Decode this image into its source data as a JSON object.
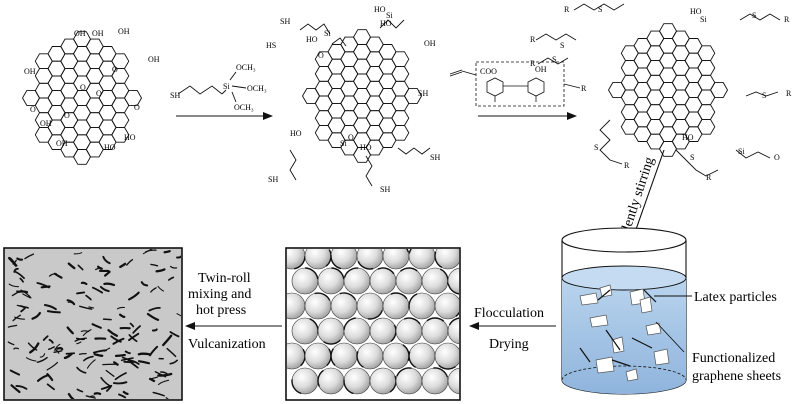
{
  "stage1": {
    "groups": [
      "OH",
      "OH",
      "OH",
      "OH",
      "OH",
      "OH",
      "HO",
      "HO",
      "OH",
      "O",
      "O",
      "O",
      "O",
      "O",
      "O"
    ]
  },
  "reagent1": {
    "formula_lines": [
      "OCH₃",
      "Si",
      "OCH₃",
      "OCH₃",
      "SH"
    ]
  },
  "stage2": {
    "groups": [
      "SH",
      "HS",
      "HO",
      "O",
      "Si",
      "HO",
      "Si",
      "HO",
      "SH",
      "OH",
      "SH",
      "SH",
      "SH",
      "Si",
      "O",
      "HO",
      "HO"
    ]
  },
  "reagent2": {
    "ester": "COO",
    "oh": "OH",
    "r": "R"
  },
  "stage3": {
    "groups": [
      "R",
      "S",
      "R",
      "S",
      "R",
      "S",
      "HO",
      "Si",
      "R",
      "S",
      "R",
      "S",
      "R",
      "S",
      "R",
      "S",
      "O",
      "Si",
      "HO"
    ]
  },
  "process": {
    "stirring": "Violently stirring",
    "twin_roll": [
      "Twin-roll",
      "mixing and",
      "hot press"
    ],
    "vulcanization": "Vulcanization",
    "flocculation": "Flocculation",
    "drying": "Drying",
    "latex_particles": "Latex particles",
    "functionalized": [
      "Functionalized",
      "graphene sheets"
    ]
  },
  "colors": {
    "liquid": "#a9c9e9",
    "liquid_dark": "#8fb4dc",
    "composite_bg": "#c9c9c9",
    "sphere_light": "#ffffff",
    "sphere_dark": "#9c9c9c"
  }
}
